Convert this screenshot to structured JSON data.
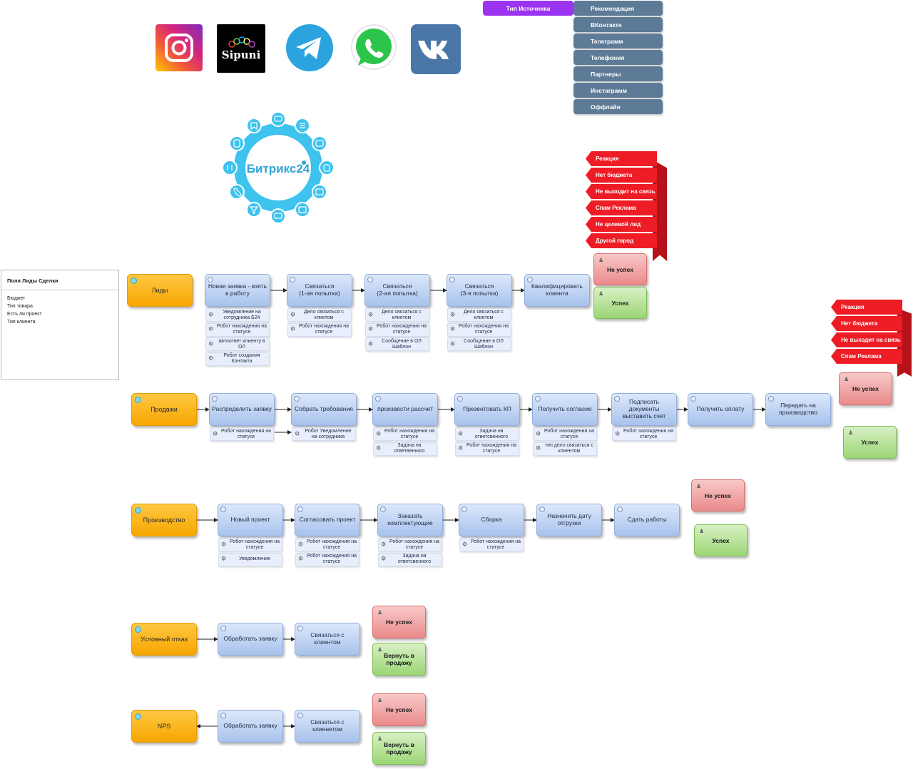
{
  "source_panel": {
    "header": "Тип Источника",
    "items": [
      "Рекомендация",
      "ВКонтакте",
      "Телеграмм",
      "Телефония",
      "Партнеры",
      "Инстаграмм",
      "Оффлайн"
    ]
  },
  "logos": {
    "instagram": "instagram-icon",
    "sipuni": "Sipuni",
    "telegram": "telegram-icon",
    "whatsapp": "whatsapp-icon",
    "vk": "vk-icon",
    "bitrix": "Битрикс24"
  },
  "fields_panel": {
    "title": "Поля  Лиды Сделки",
    "items": [
      "Бюджет",
      "Тип товара",
      "Есть ли проект",
      "Тип клиента"
    ]
  },
  "leads_reasons": [
    "Реакция",
    "Нет бюджета",
    "Не выходит на связь",
    "Спам Реклама",
    "Не целевой лид",
    "Другой город"
  ],
  "sales_reasons": [
    "Реакция",
    "Нет бюджета",
    "Не выходит на связь",
    "Спам Реклама"
  ],
  "outcomes": {
    "fail": "Не успех",
    "success": "Успех",
    "return": "Вернуть в продажу"
  },
  "pipelines": {
    "leads": {
      "stage": "Лиды",
      "steps": [
        {
          "label": "Новая заявка - взять в работу",
          "subs": [
            "Уведомление на сотрудника Б24",
            "Робот нахождения на статусе",
            "автоответ клиенту в ОЛ",
            "Робот создания Контакта"
          ]
        },
        {
          "label": "Связаться\n(1-ая попытка)",
          "subs": [
            "Дело связаться с клиетом",
            "Робот нахождения на статусе"
          ]
        },
        {
          "label": "Связаться\n(2-ая попытка)",
          "subs": [
            "Дело связаться с клиетом",
            "Робот нахождения на статусе",
            "Сообщение в ОЛ Шаблон"
          ]
        },
        {
          "label": "Связаться\n(3-я попытка)",
          "subs": [
            "Дело связаться с клиетом",
            "Робот нахождения на статусе",
            "Сообщение в ОЛ Шаблон"
          ]
        },
        {
          "label": "Квалифицировать клиента",
          "subs": []
        }
      ]
    },
    "sales": {
      "stage": "Продажи",
      "steps": [
        {
          "label": "Распределить заявку",
          "subs": [
            "Робот нахождения на статусе"
          ]
        },
        {
          "label": "Собрать требования",
          "subs": [
            "Робот Уведомление на сотрудника"
          ]
        },
        {
          "label": "произвести рассчет",
          "subs": [
            "Робот нахождения на статусе",
            "Задача на ответвенного"
          ]
        },
        {
          "label": "Презентовать КП",
          "subs": [
            "Задача на ответсвенного",
            "Робот нахождения на статусе"
          ]
        },
        {
          "label": "Получить согласие",
          "subs": [
            "Робот нахождения на статусе",
            "тип дело связаться с клиентом"
          ]
        },
        {
          "label": "Подписать документы выставить счет",
          "subs": [
            "Робот нахождения на статусе"
          ]
        },
        {
          "label": "Получить оплату",
          "subs": []
        },
        {
          "label": "Передать на производство",
          "subs": []
        }
      ]
    },
    "production": {
      "stage": "Производство",
      "steps": [
        {
          "label": "Новый проект",
          "subs": [
            "Робот нахождения на статусе",
            "Уведомление"
          ]
        },
        {
          "label": "Согласовать проект",
          "subs": [
            "Робот нахождения на статусе",
            "Робот нахождения на статусе"
          ]
        },
        {
          "label": "Заказать комплектующие",
          "subs": [
            "Робот нахождения на статусе",
            "Задача на ответсвенного"
          ]
        },
        {
          "label": "Сборка",
          "subs": [
            "Робот нахождения на статусе"
          ]
        },
        {
          "label": "Назначить дату отгрузки",
          "subs": []
        },
        {
          "label": "Сдать работы",
          "subs": []
        }
      ]
    },
    "conditional": {
      "stage": "Условный отказ",
      "steps": [
        {
          "label": "Обработать заявку",
          "subs": []
        },
        {
          "label": "Связаться с клиентом",
          "subs": []
        }
      ]
    },
    "nps": {
      "stage": "NPS",
      "steps": [
        {
          "label": "Обработать заявку",
          "subs": []
        },
        {
          "label": "Связаться с клиенетом",
          "subs": []
        }
      ]
    }
  },
  "colors": {
    "stage": "#f7a600",
    "step": "#a8c2ec",
    "fail": "#ea8a8a",
    "success": "#9bd675",
    "ribbon": "#ee1c25",
    "source": "#5d7b96",
    "source_header": "#9b34f0"
  }
}
